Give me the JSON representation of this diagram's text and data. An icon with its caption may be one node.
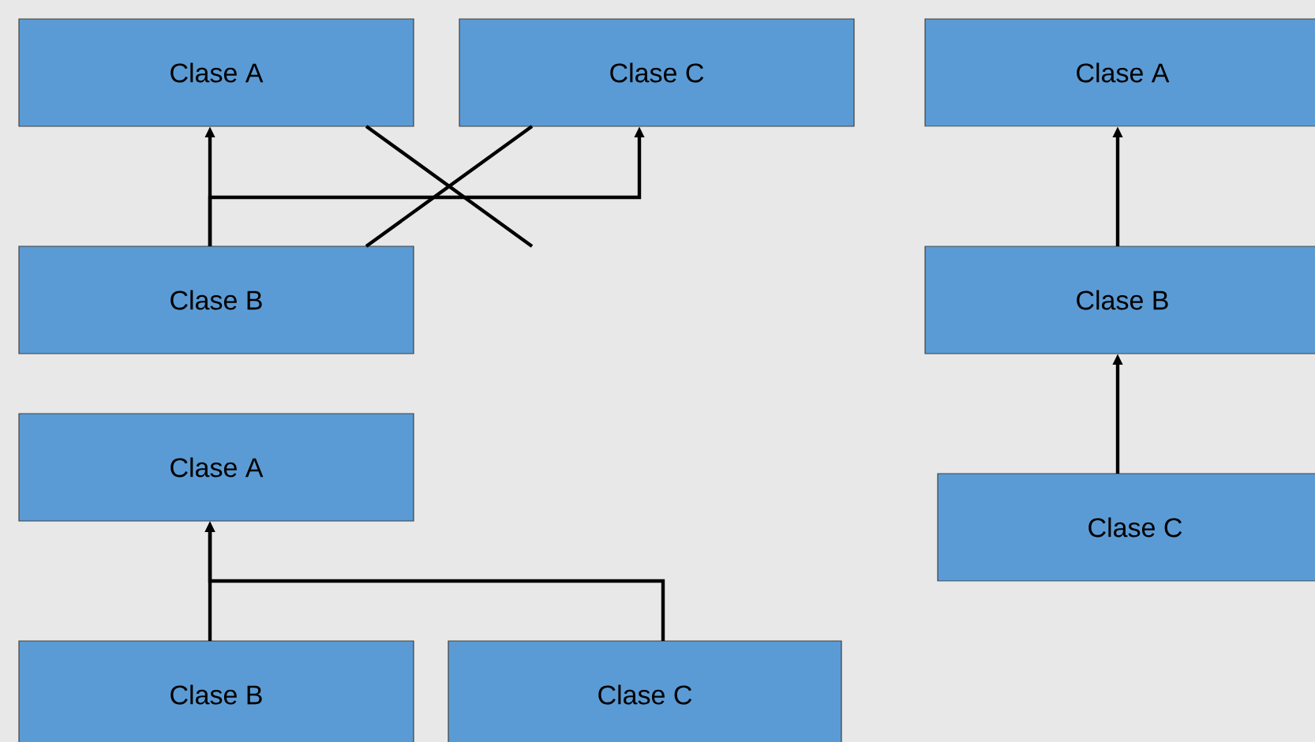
{
  "diagram": {
    "nodes": [
      {
        "text": [
          "Clase A"
        ]
      },
      {
        "text": [
          "Clase C"
        ]
      },
      {
        "text": [
          "Clase B"
        ]
      },
      {
        "text": [
          "Clase A"
        ]
      },
      {
        "text": [
          "Clase B"
        ]
      },
      {
        "text": [
          "Clase C"
        ]
      },
      {
        "text": [
          "Clase A"
        ]
      },
      {
        "text": [
          "Clase B"
        ]
      },
      {
        "text": [
          "Clase C"
        ]
      }
    ],
    "edges": [
      {
        "from": 2,
        "to": 0,
        "arrow": "to"
      },
      {
        "from": 2,
        "to": 1,
        "arrow": "to"
      },
      {
        "from": 4,
        "to": 3,
        "arrow": "to"
      },
      {
        "from": 5,
        "to": 3,
        "arrow": "to"
      },
      {
        "from": 7,
        "to": 6,
        "arrow": "to"
      },
      {
        "from": 8,
        "to": 7,
        "arrow": "to"
      }
    ]
  }
}
